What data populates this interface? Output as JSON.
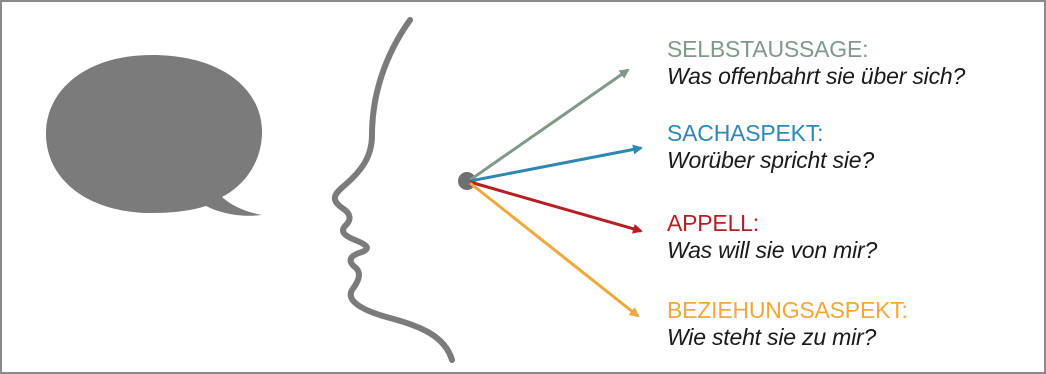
{
  "colors": {
    "frame": "#8a8a8a",
    "bubble": "#7b7b7b",
    "profile": "#7b7b7b",
    "origin_dot": "#6f6f6f",
    "selbstaussage": "#7f9a88",
    "sachaspekt": "#2f88b4",
    "appell": "#b52025",
    "beziehungsaspekt": "#f0a83a",
    "question_text": "#1a1a1a"
  },
  "icons": {
    "speech_bubble": "speech-bubble-icon",
    "head_profile": "head-profile-silhouette"
  },
  "aspects": [
    {
      "key": "selbstaussage",
      "title": "SELBSTAUSSAGE:",
      "question": "Was offenbahrt sie über sich?"
    },
    {
      "key": "sachaspekt",
      "title": "SACHASPEKT:",
      "question": "Worüber spricht sie?"
    },
    {
      "key": "appell",
      "title": "APPELL:",
      "question": "Was will sie von mir?"
    },
    {
      "key": "beziehungsaspekt",
      "title": "BEZIEHUNGSASPEKT:",
      "question": "Wie steht sie zu mir?"
    }
  ]
}
